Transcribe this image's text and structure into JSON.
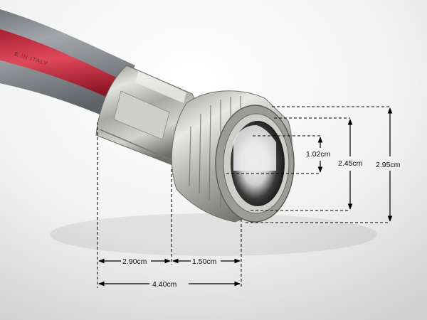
{
  "hose": {
    "inscription": "E IN ITALY",
    "colors": {
      "jacket": "#8d9196",
      "stripe": "#c52a3c",
      "metal": "#b9b9b3",
      "background": "#ffffff"
    }
  },
  "dimensions": {
    "inner_diameter": "1.02cm",
    "thread_diameter": "2.45cm",
    "outer_diameter": "2.95cm",
    "ferrule_length": "2.90cm",
    "nut_length": "1.50cm",
    "total_length": "4.40cm"
  }
}
